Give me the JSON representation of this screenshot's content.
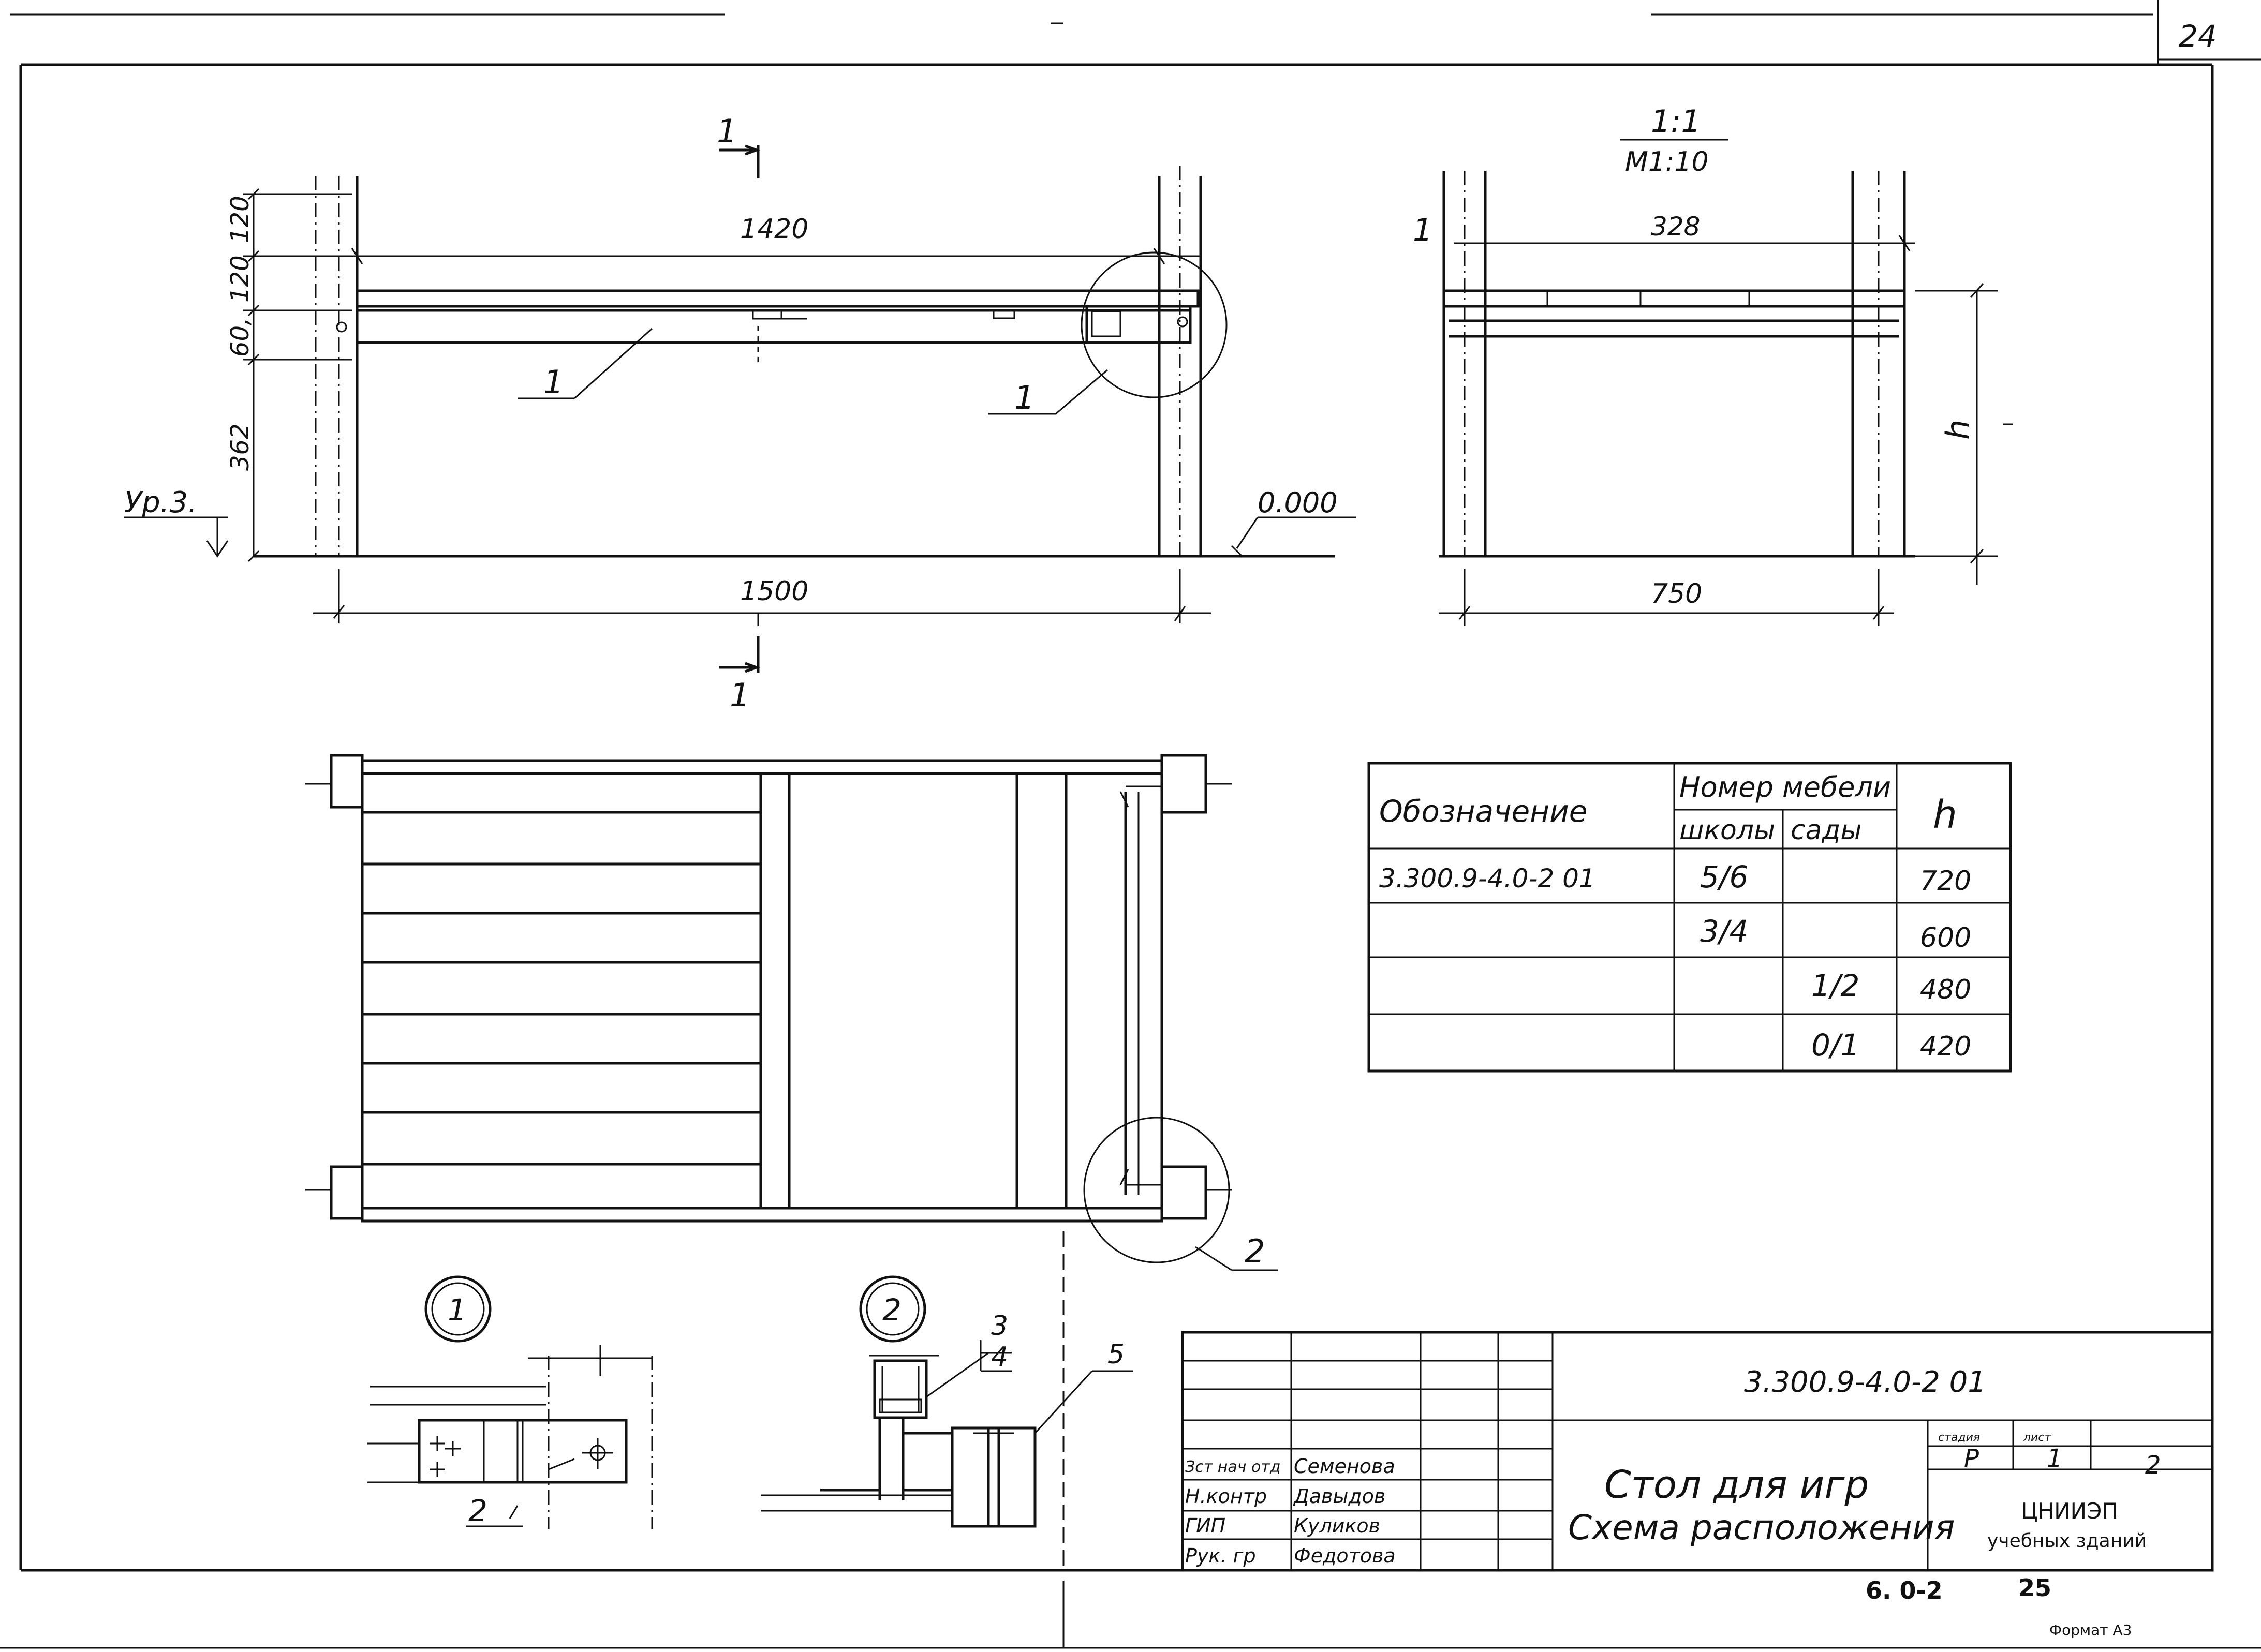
{
  "sheet_number": "24",
  "section_title": "1:1",
  "section_scale": "M1:10",
  "section_marks": [
    "1",
    "1"
  ],
  "section_mark_side": "1",
  "elevation": {
    "dimensions": {
      "total_width": "1420",
      "overall_width": "1500",
      "side_top": "120",
      "side_mid": "120",
      "side_60": "60,",
      "side_362": "362"
    },
    "level_label": "Ур.3.",
    "zero_level": "0.000",
    "callout_part": "1",
    "callout_detail": "1"
  },
  "side_view": {
    "dimensions": {
      "width": "328",
      "base": "750",
      "height": "h"
    }
  },
  "plan": {
    "callout_detail": "2"
  },
  "details": {
    "detail1": {
      "number": "1",
      "part": "2"
    },
    "detail2": {
      "number": "2",
      "part_top": "3",
      "part_bottom": "4",
      "part_side": "5"
    }
  },
  "spec_table": {
    "header": {
      "designation": "Обозначение",
      "furniture_number": "Номер мебели",
      "school": "школы",
      "garden": "сады",
      "h": "h"
    },
    "rows": [
      {
        "designation": "3.300.9-4.0-2 01",
        "school": "5/6",
        "garden": "",
        "h": "720"
      },
      {
        "designation": "",
        "school": "3/4",
        "garden": "",
        "h": "600"
      },
      {
        "designation": "",
        "school": "",
        "garden": "1/2",
        "h": "480"
      },
      {
        "designation": "",
        "school": "",
        "garden": "0/1",
        "h": "420"
      }
    ]
  },
  "title_block": {
    "code": "3.300.9-4.0-2 01",
    "title_line1": "Стол для игр",
    "title_line2": "Схема расположения",
    "signatures": [
      {
        "role": "Зст нач отд",
        "name": "Семенова"
      },
      {
        "role": "Н.контр",
        "name": "Давыдов"
      },
      {
        "role": "ГИП",
        "name": "Куликов"
      },
      {
        "role": "Рук. гр",
        "name": "Федотова"
      }
    ],
    "stage_header": "стадия",
    "stage": "Р",
    "sheet_header": "лист",
    "sheet": "1",
    "sheets_total": "2",
    "org_line1": "ЦНИИЭП",
    "org_line2": "учебных зданий"
  },
  "footer": {
    "code": "6. 0-2",
    "number": "25",
    "format": "Формат А3"
  }
}
